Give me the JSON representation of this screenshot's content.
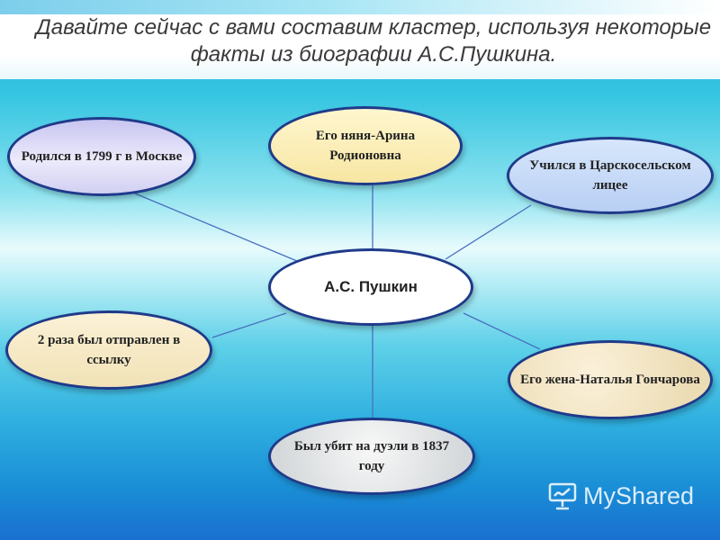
{
  "slide": {
    "title": "Давайте сейчас с вами составим кластер, используя некоторые факты из биографии А.С.Пушкина."
  },
  "cluster": {
    "center": "А.С. Пушкин",
    "nodes": {
      "born": "Родился в 1799 г в Москве",
      "nanny": "Его няня-Арина Родионовна",
      "lyceum": "Учился в Царскосельском лицее",
      "exile": "2 раза был отправлен в ссылку",
      "wife": "Его жена-Наталья Гончарова",
      "duel": "Был убит на дуэли в 1837 году"
    }
  },
  "watermark": {
    "text": "MyShared",
    "icon": "presentation-board-icon"
  },
  "colors": {
    "node_border": "#1f3a8a",
    "link_line": "#4a6fc0"
  }
}
